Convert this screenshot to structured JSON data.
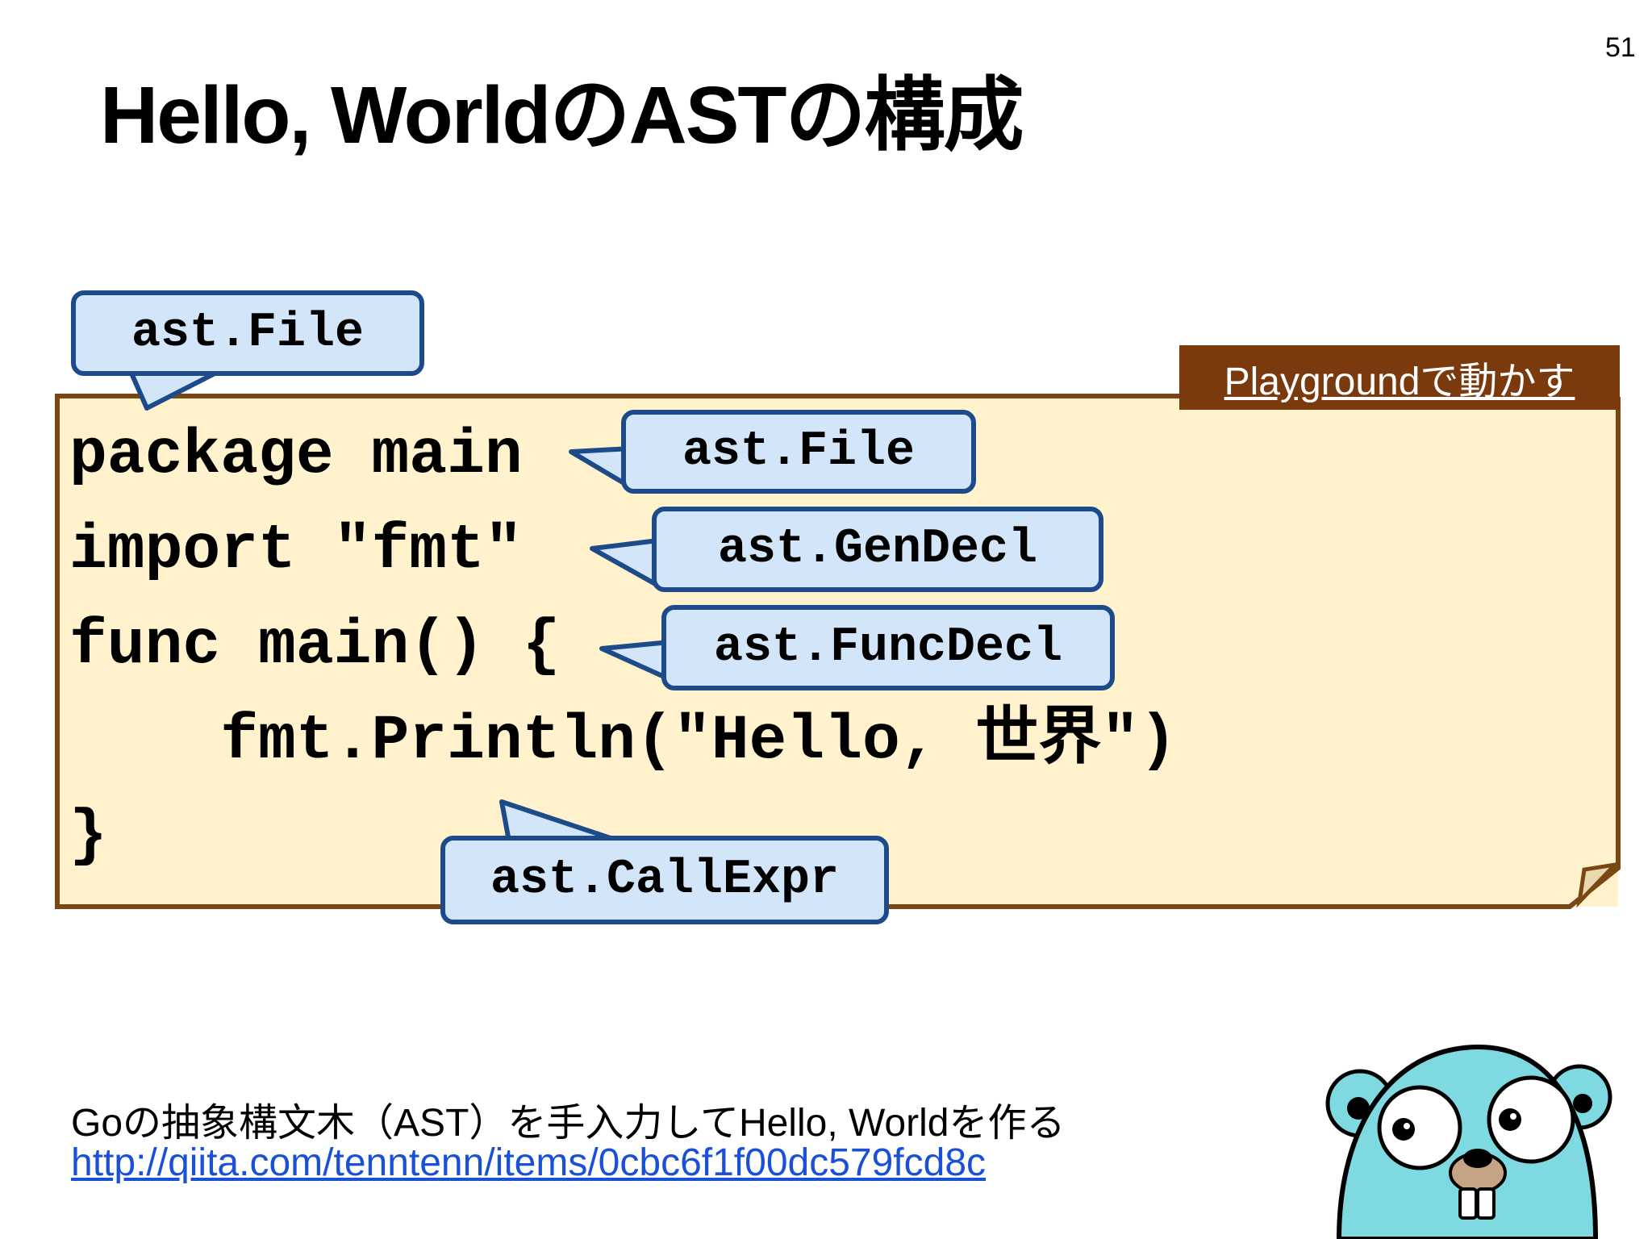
{
  "slide": {
    "page_number": "51",
    "title": "Hello, WorldのASTの構成"
  },
  "playground": {
    "label": "Playgroundで動かす"
  },
  "code": {
    "lines": [
      "package main",
      "import \"fmt\"",
      "func main() {",
      "    fmt.Println(\"Hello, 世界\")",
      "}"
    ]
  },
  "callouts": [
    "ast.File",
    "ast.File",
    "ast.GenDecl",
    "ast.FuncDecl",
    "ast.CallExpr"
  ],
  "footer": {
    "description": "Goの抽象構文木（AST）を手入力してHello, Worldを作る",
    "link": "http://qiita.com/tenntenn/items/0cbc6f1f00dc579fcd8c"
  },
  "colors": {
    "panel_fill": "#fff2cc",
    "panel_border": "#7a4712",
    "callout_fill": "#d3e5f8",
    "callout_border": "#1d4b8a",
    "playground_fill": "#7a3a0e",
    "link": "#1a4fd8",
    "gopher": "#7fd9e0"
  },
  "icons": {
    "mascot": "go-gopher-icon"
  }
}
